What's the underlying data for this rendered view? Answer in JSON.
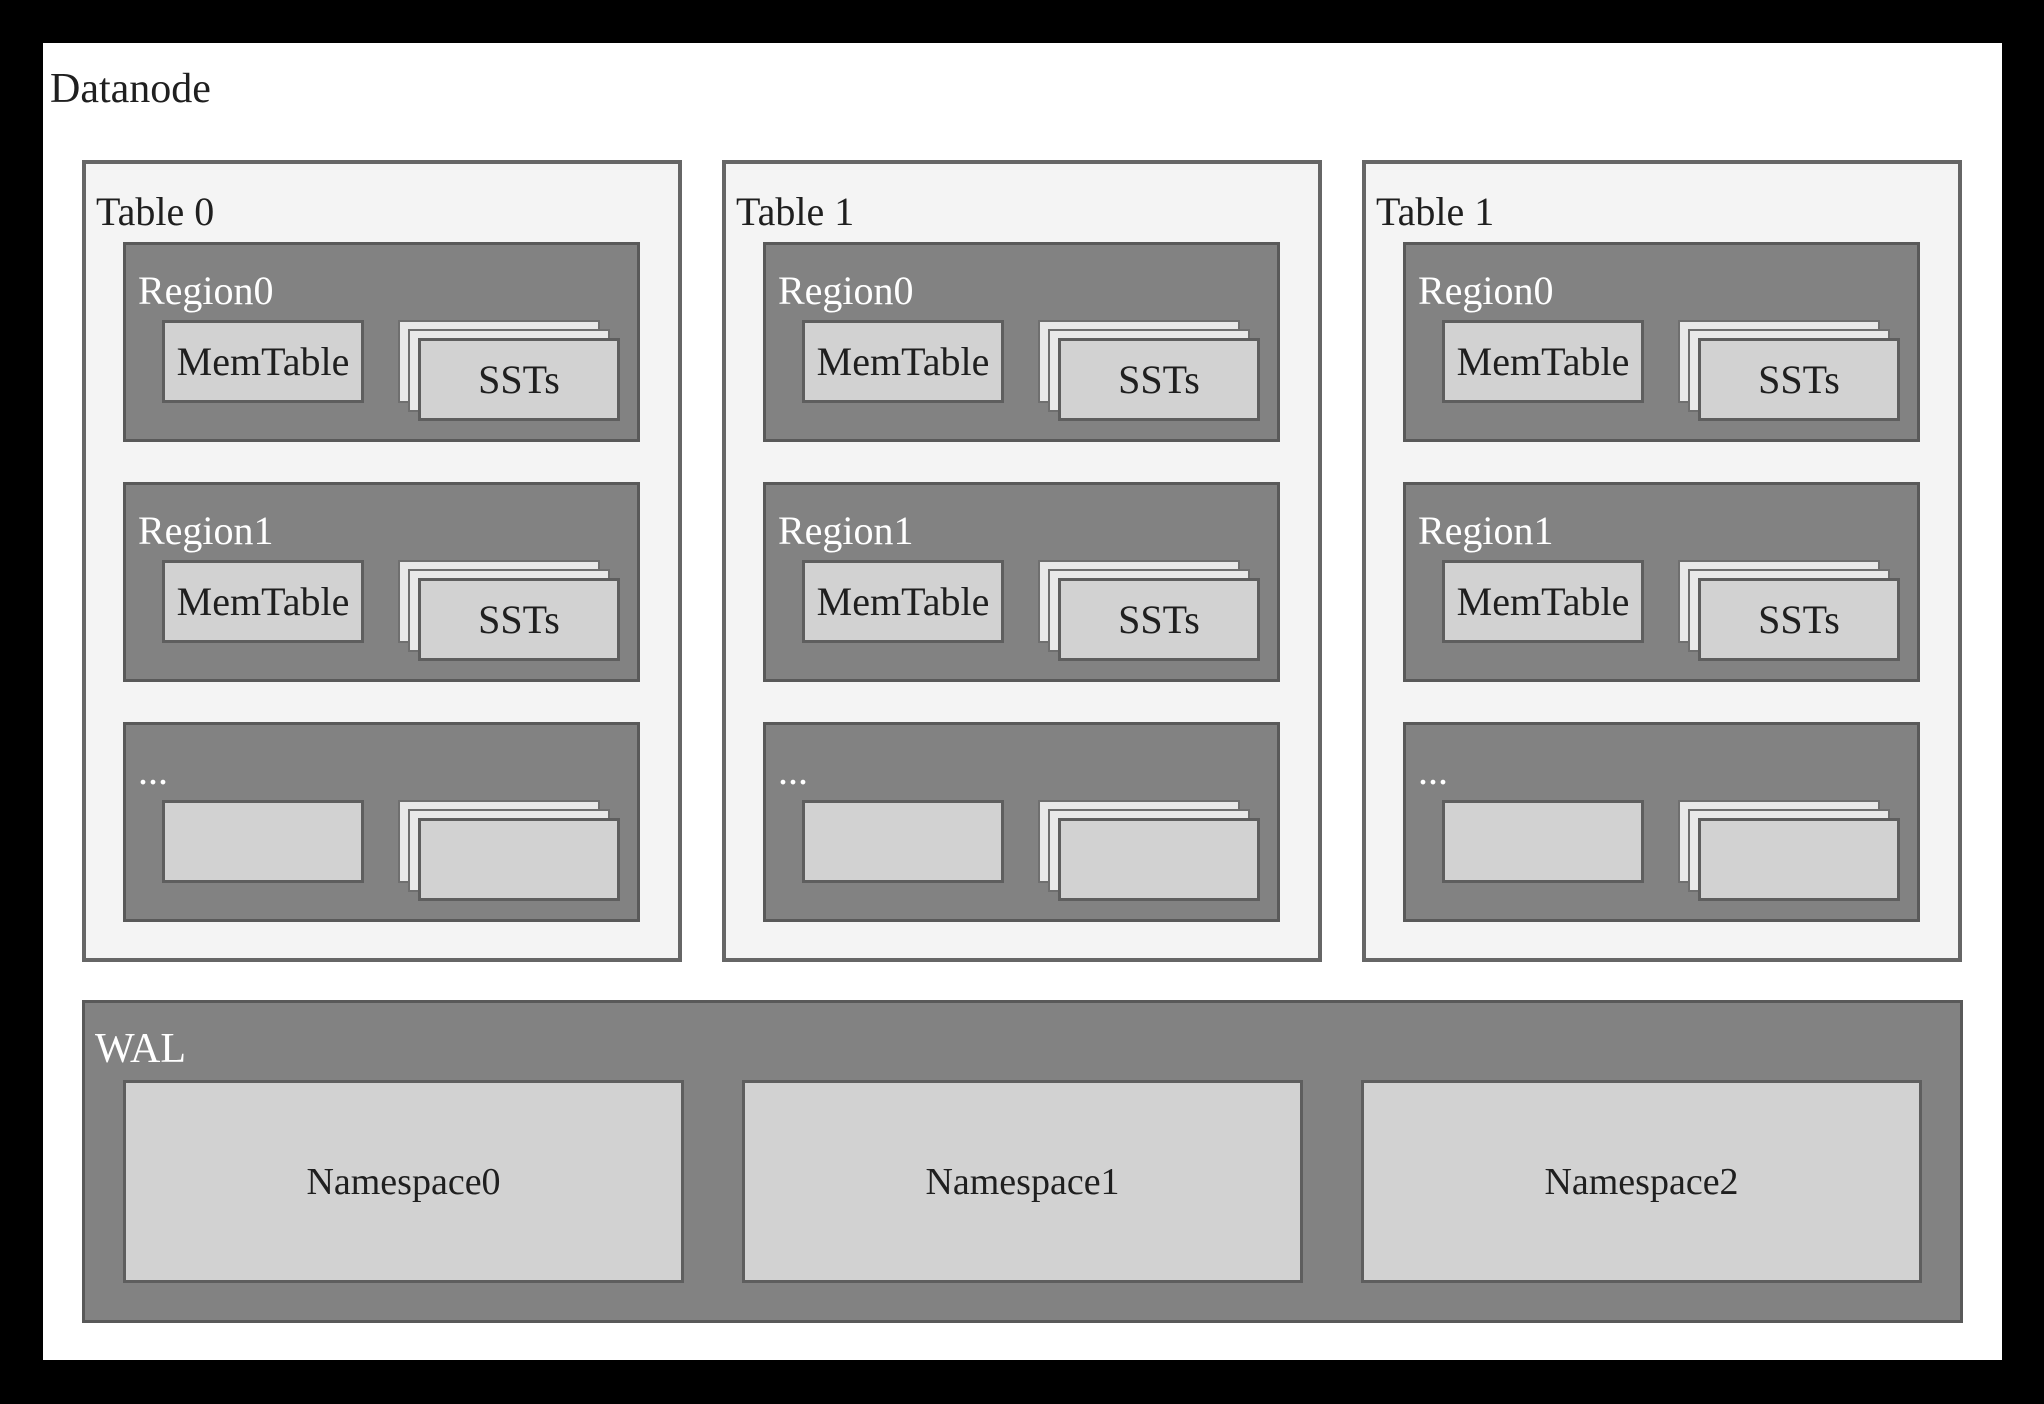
{
  "title": "Datanode",
  "tables": [
    {
      "label": "Table 0",
      "regions": [
        {
          "label": "Region0",
          "memtable_label": "MemTable",
          "ssts_label": "SSTs"
        },
        {
          "label": "Region1",
          "memtable_label": "MemTable",
          "ssts_label": "SSTs"
        },
        {
          "label": "...",
          "memtable_label": "",
          "ssts_label": ""
        }
      ]
    },
    {
      "label": "Table 1",
      "regions": [
        {
          "label": "Region0",
          "memtable_label": "MemTable",
          "ssts_label": "SSTs"
        },
        {
          "label": "Region1",
          "memtable_label": "MemTable",
          "ssts_label": "SSTs"
        },
        {
          "label": "...",
          "memtable_label": "",
          "ssts_label": ""
        }
      ]
    },
    {
      "label": "Table 1",
      "regions": [
        {
          "label": "Region0",
          "memtable_label": "MemTable",
          "ssts_label": "SSTs"
        },
        {
          "label": "Region1",
          "memtable_label": "MemTable",
          "ssts_label": "SSTs"
        },
        {
          "label": "...",
          "memtable_label": "",
          "ssts_label": ""
        }
      ]
    }
  ],
  "wal": {
    "label": "WAL",
    "namespaces": [
      "Namespace0",
      "Namespace1",
      "Namespace2"
    ]
  },
  "colors": {
    "frame": "#000000",
    "canvas": "#ffffff",
    "table_fill": "#f4f4f4",
    "table_border": "#666666",
    "region_fill": "#828282",
    "region_border": "#595959",
    "box_fill": "#d2d2d2",
    "box_border": "#5e5e5e",
    "sheet_fill": "#e9e9e9",
    "sheet_border": "#6f6f6f",
    "text_dark": "#1f1f1f",
    "text_light": "#ffffff"
  }
}
